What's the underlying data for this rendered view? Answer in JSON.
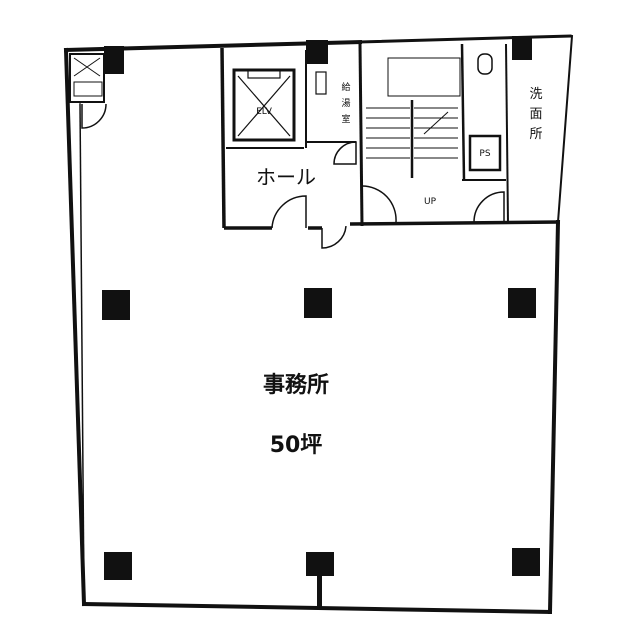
{
  "office": {
    "name": "事務所",
    "area": "50坪"
  },
  "rooms": {
    "hall": "ホール",
    "washroom": [
      "洗",
      "面",
      "所"
    ],
    "hot_water": [
      "給",
      "湯",
      "室"
    ],
    "elevator": "ELV",
    "pipe_space": "PS",
    "stair_mark": "UP"
  },
  "colors": {
    "wall": "#111111",
    "column": "#111111",
    "background": "#ffffff"
  }
}
